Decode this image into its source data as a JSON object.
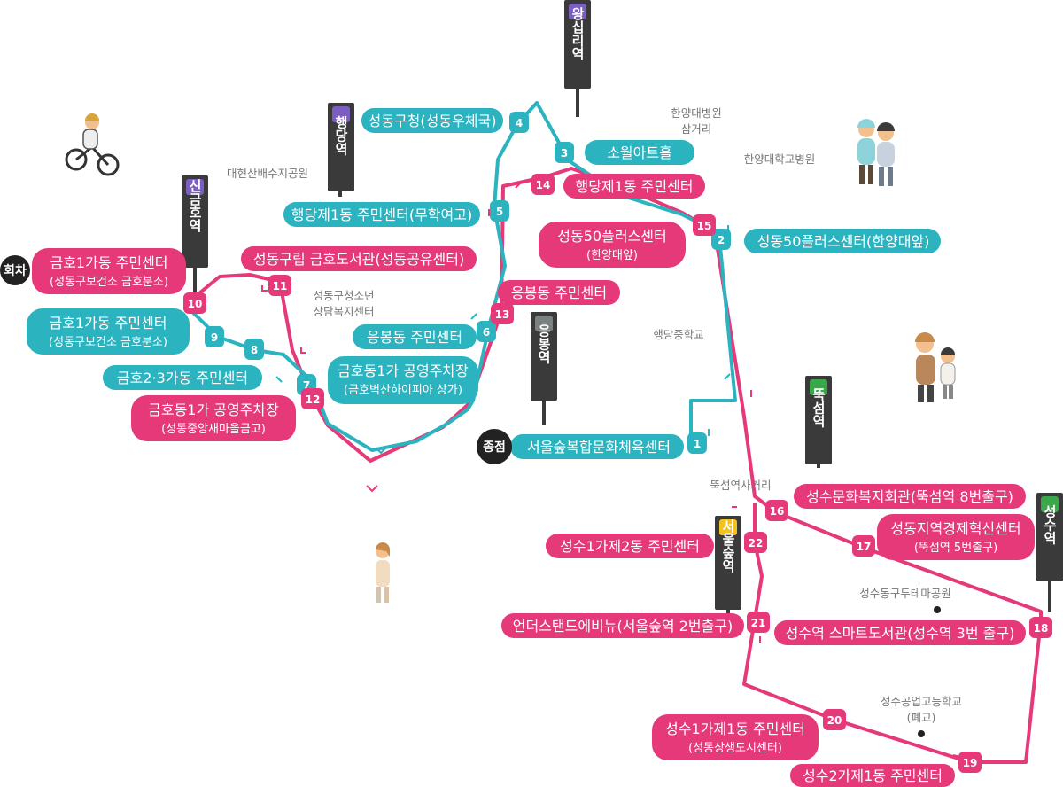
{
  "colors": {
    "teal_route": "#2bb3c0",
    "pink_route": "#e5397a",
    "sign_dark": "#3a3a3a",
    "line2_green": "#3aa84a",
    "line5_purple": "#7b5ec0",
    "bundang_yellow": "#f4c21d",
    "end_black": "#222222"
  },
  "endpoints": {
    "start_turn": "회차",
    "terminus": "종점"
  },
  "stations": [
    {
      "name": "왕십리역",
      "line_color": "#7b5ec0"
    },
    {
      "name": "행당역",
      "line_color": "#7b5ec0"
    },
    {
      "name": "신금호역",
      "line_color": "#7b5ec0"
    },
    {
      "name": "응봉역",
      "line_color": "#7b8080"
    },
    {
      "name": "뚝섬역",
      "line_color": "#3aa84a"
    },
    {
      "name": "성수역",
      "line_color": "#3aa84a"
    },
    {
      "name": "서울숲역",
      "line_color": "#f4c21d"
    }
  ],
  "stops": [
    {
      "num": "1",
      "route": "teal",
      "label": "서울숲복합문화체육센터"
    },
    {
      "num": "2",
      "route": "teal",
      "label": "성동50플러스센터(한양대앞)"
    },
    {
      "num": "3",
      "route": "teal",
      "label": "소월아트홀"
    },
    {
      "num": "4",
      "route": "teal",
      "label": "성동구청(성동우체국)"
    },
    {
      "num": "5",
      "route": "teal",
      "label": "행당제1동 주민센터(무학여고)"
    },
    {
      "num": "6",
      "route": "teal",
      "label": "응봉동 주민센터"
    },
    {
      "num": "7",
      "route": "teal",
      "label": "금호2·3가동 주민센터"
    },
    {
      "num": "8",
      "route": "teal",
      "label": ""
    },
    {
      "num": "9",
      "route": "teal",
      "label": ""
    },
    {
      "num": "10",
      "route": "pink",
      "label": "금호1가동 주민센터",
      "sub": "(성동구보건소 금호분소)"
    },
    {
      "num": "11",
      "route": "pink",
      "label": "성동구립 금호도서관(성동공유센터)"
    },
    {
      "num": "12",
      "route": "pink",
      "label": "금호동1가 공영주차장",
      "sub": "(성동중앙새마을금고)"
    },
    {
      "num": "13",
      "route": "pink",
      "label": "응봉동 주민센터"
    },
    {
      "num": "14",
      "route": "pink",
      "label": "행당제1동 주민센터"
    },
    {
      "num": "15",
      "route": "pink",
      "label": "성동50플러스센터",
      "sub": "(한양대앞)"
    },
    {
      "num": "16",
      "route": "pink",
      "label": "성수문화복지회관(뚝섬역 8번출구)"
    },
    {
      "num": "17",
      "route": "pink",
      "label": "성동지역경제혁신센터",
      "sub": "(뚝섬역 5번출구)"
    },
    {
      "num": "18",
      "route": "pink",
      "label": "성수역 스마트도서관(성수역 3번 출구)"
    },
    {
      "num": "19",
      "route": "pink",
      "label": "성수2가제1동 주민센터"
    },
    {
      "num": "20",
      "route": "pink",
      "label": "성수1가제1동 주민센터",
      "sub": "(성동상생도시센터)"
    },
    {
      "num": "21",
      "route": "pink",
      "label": "언더스탠드에비뉴(서울숲역 2번출구)"
    },
    {
      "num": "22",
      "route": "pink",
      "label": "성수1가제2동 주민센터"
    }
  ],
  "teal_extra": {
    "label": "금호1가동 주민센터",
    "sub": "(성동구보건소 금호분소)",
    "lot_label": "금호동1가 공영주차장",
    "lot_sub": "(금호벽산하이피아 상가)"
  },
  "landmarks": [
    {
      "name": "한양대병원",
      "name2": "삼거리"
    },
    {
      "name": "한양대학교병원"
    },
    {
      "name": "대현산배수지공원"
    },
    {
      "name": "성동구청소년",
      "name2": "상담복지센터"
    },
    {
      "name": "행당중학교"
    },
    {
      "name": "뚝섬역사거리"
    },
    {
      "name": "성수동구두테마공원"
    },
    {
      "name": "성수공업고등학교",
      "name2": "(폐교)"
    }
  ]
}
